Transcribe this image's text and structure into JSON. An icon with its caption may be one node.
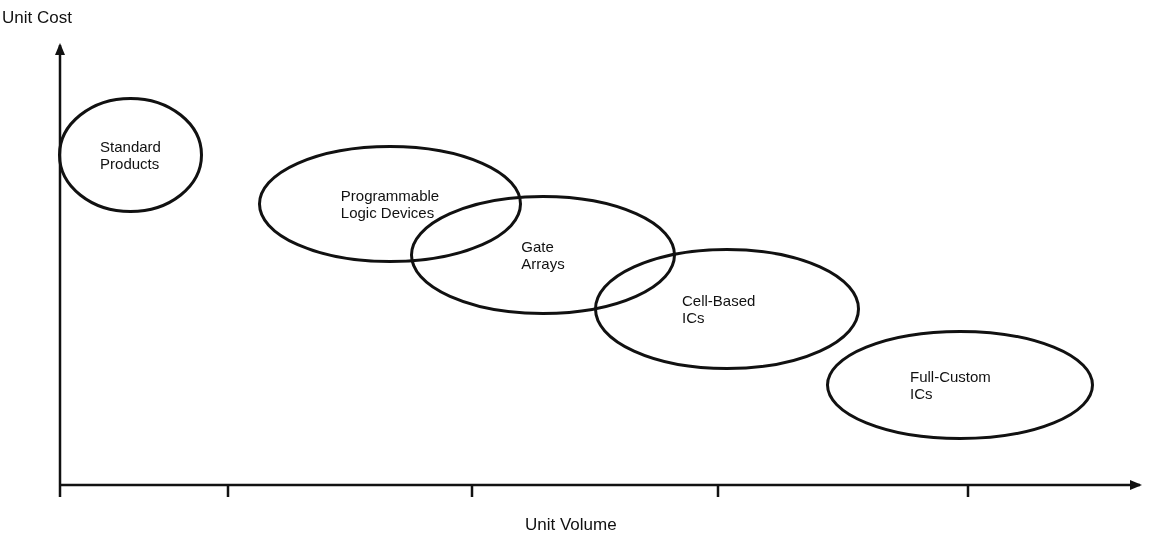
{
  "diagram": {
    "nodes": [
      {
        "text": [
          "Standard Products"
        ]
      },
      {
        "text": [
          "Programmable Logic Devices"
        ]
      },
      {
        "text": [
          "Gate Arrays"
        ]
      },
      {
        "text": [
          "Cell-Based ICs"
        ]
      },
      {
        "text": [
          "Full-Custom ICs"
        ]
      }
    ],
    "edges": [],
    "labels": [
      "Unit Cost",
      "Unit Volume"
    ]
  }
}
